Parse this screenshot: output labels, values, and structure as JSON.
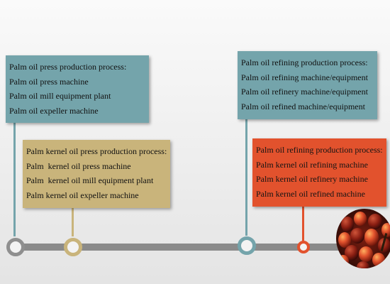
{
  "boxes": {
    "palm_press": {
      "title": "Palm oil press production process:",
      "items": [
        "Palm oil press machine",
        "Palm oil mill equipment plant",
        "Palm oil expeller machine"
      ]
    },
    "kernel_press": {
      "title": "Palm kernel oil press production process:",
      "items": [
        "Palm  kernel oil press machine",
        "Palm  kernel oil mill equipment plant",
        "Palm kernel oil expeller machine"
      ]
    },
    "refining": {
      "title": "Palm oil refining production process:",
      "items": [
        "Palm oil refining machine/equipment",
        "Palm oil refinery machine/equipment",
        "Palm oil refined machine/equipment"
      ]
    },
    "kernel_refining": {
      "title": "Palm oil refining production process:",
      "items": [
        "Palm kernel oil refining machine",
        "Palm kernel oil refinery machine",
        "Palm kernel oil refined machine"
      ]
    }
  },
  "colors": {
    "teal": "#74a4ab",
    "tan": "#c9b47b",
    "orange": "#e2522d",
    "track": "#8a8a8a"
  },
  "image": {
    "icon": "palm-fruit-bunch-photo"
  }
}
